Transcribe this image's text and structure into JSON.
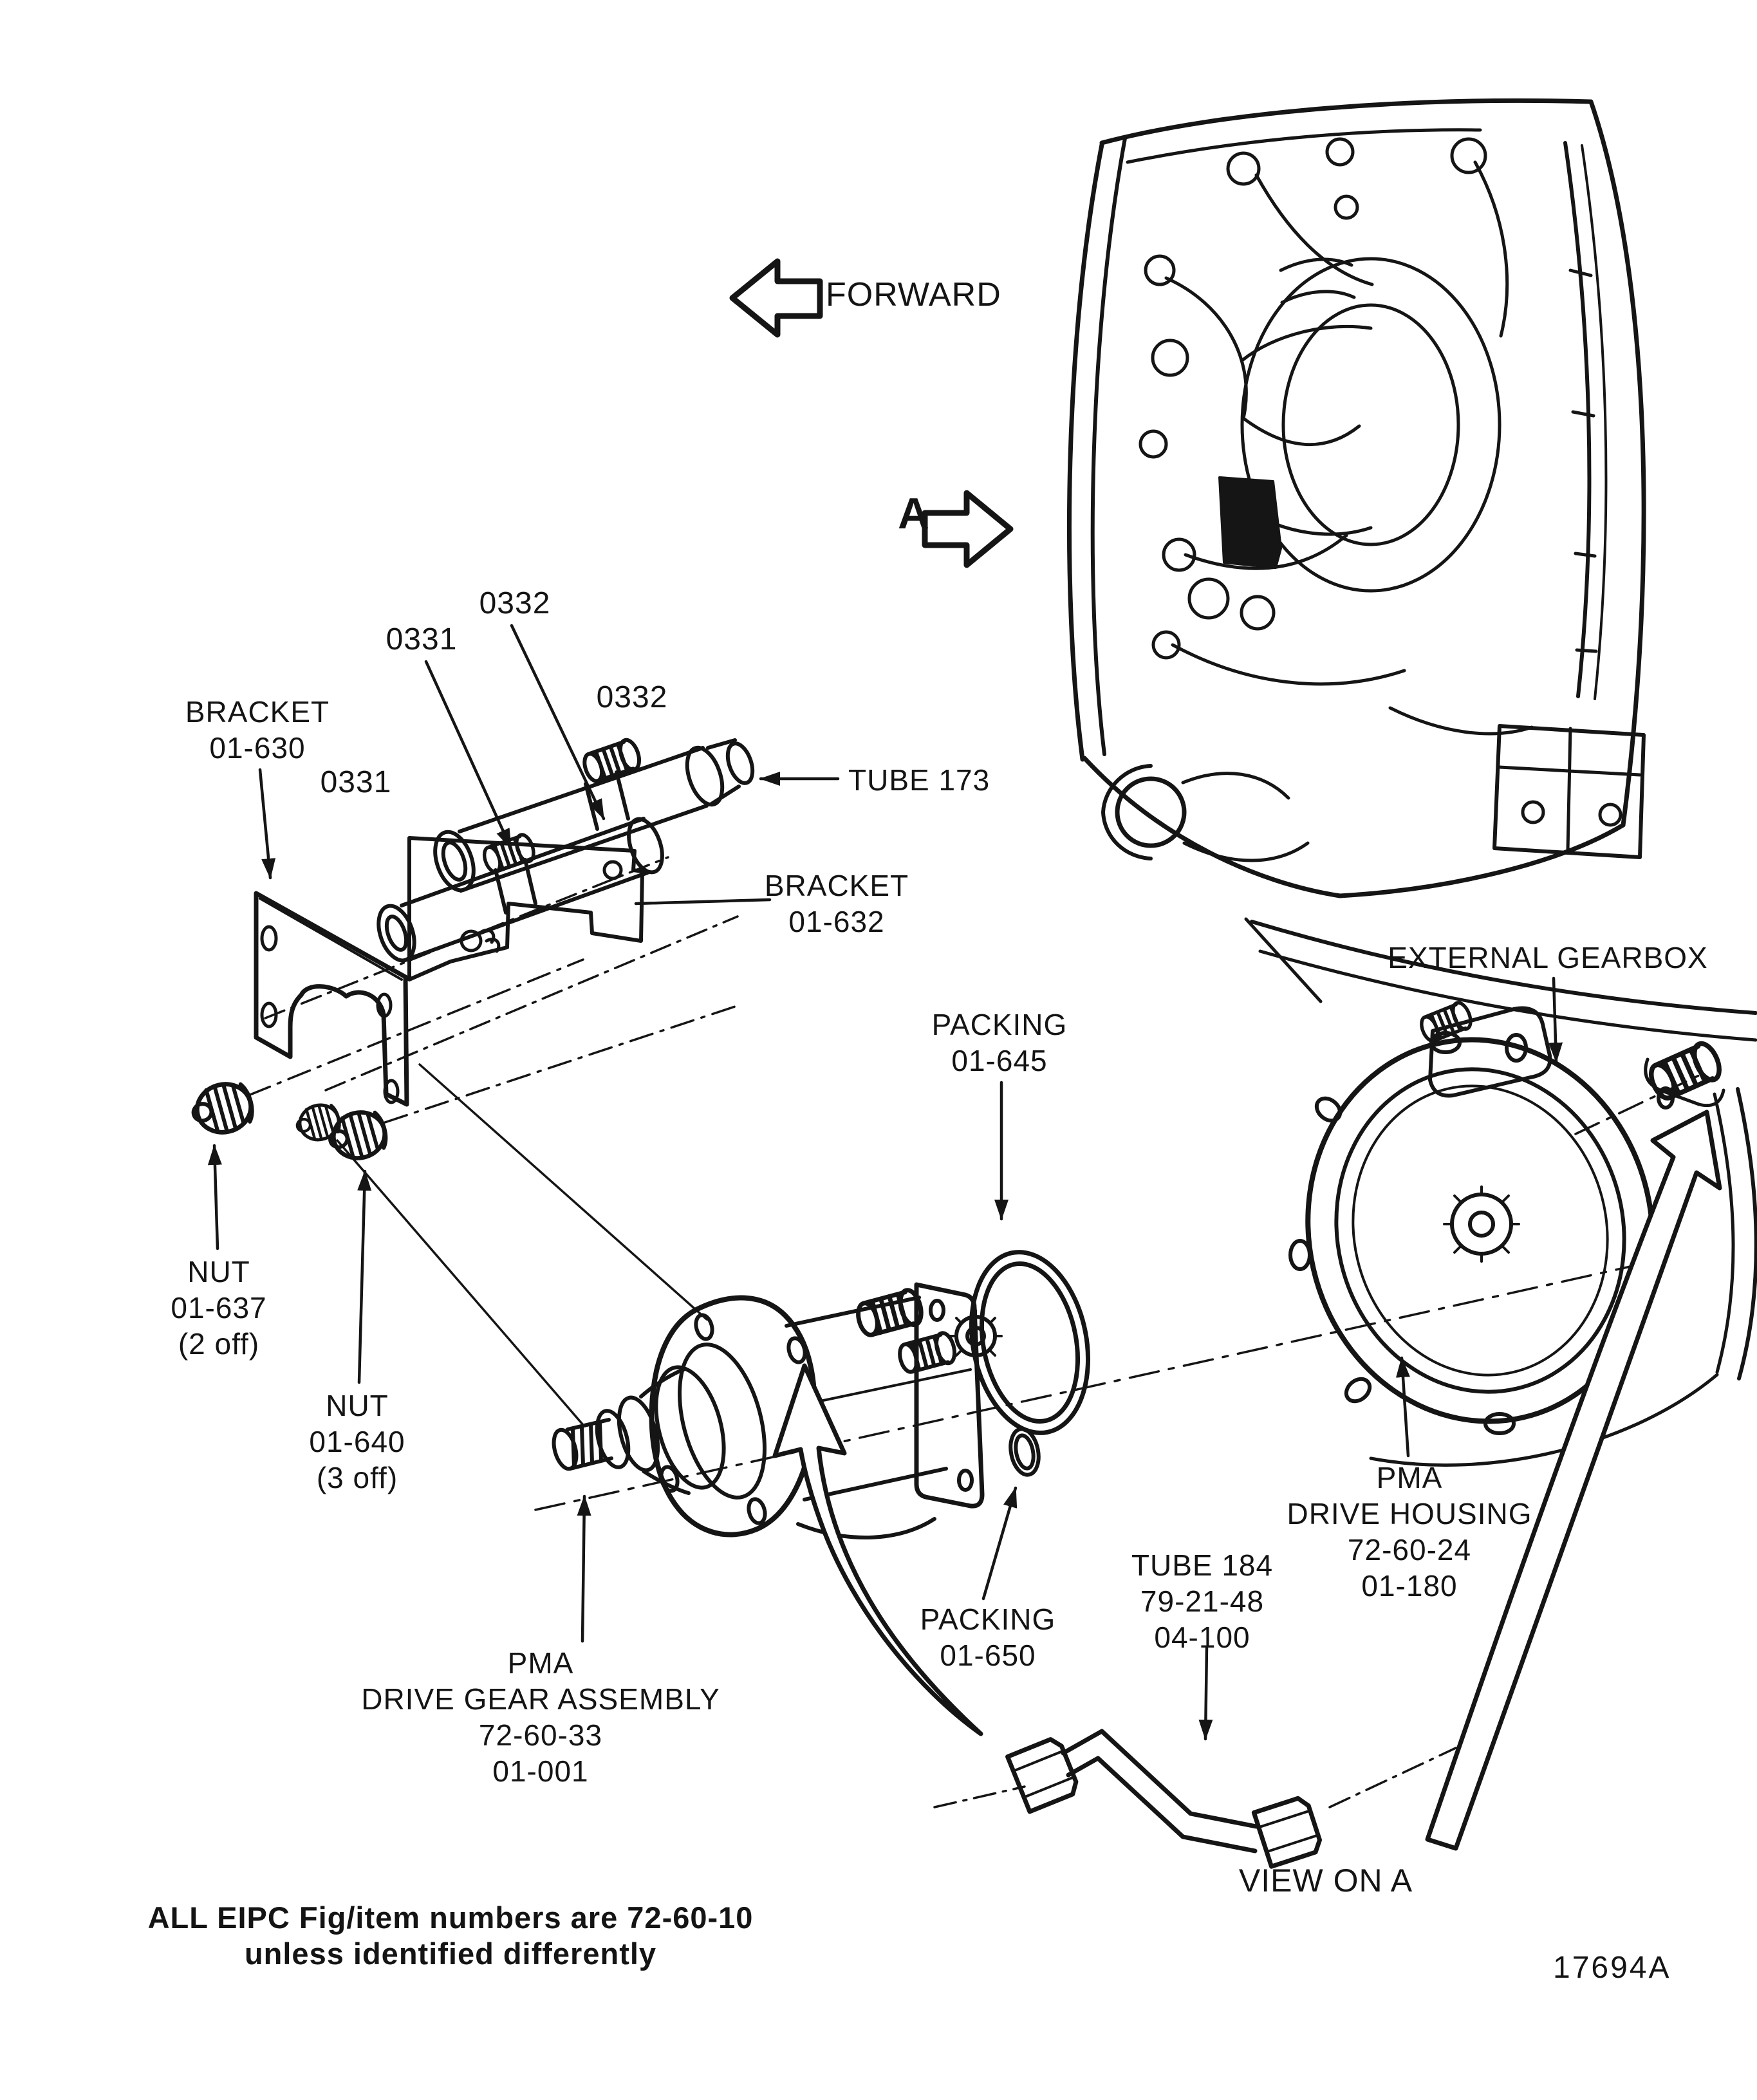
{
  "figure": {
    "direction_label": "FORWARD",
    "view_arrow_label": "A",
    "view_caption": "VIEW ON A",
    "figure_number": "17694A",
    "note_line1": "ALL EIPC Fig/item numbers are 72-60-10",
    "note_line2": "unless identified differently"
  },
  "colors": {
    "ink": "#141414",
    "paper": "#ffffff"
  },
  "callouts": {
    "item_0332_upper": "0332",
    "item_0331_upper": "0331",
    "item_0332_right": "0332",
    "item_0331_lower": "0331",
    "bracket_630": {
      "line1": "BRACKET",
      "line2": "01-630"
    },
    "tube_173": "TUBE 173",
    "bracket_632": {
      "line1": "BRACKET",
      "line2": "01-632"
    },
    "external_gearbox": "EXTERNAL GEARBOX",
    "packing_645": {
      "line1": "PACKING",
      "line2": "01-645"
    },
    "nut_637": {
      "line1": "NUT",
      "line2": "01-637",
      "line3": "(2 off)"
    },
    "nut_640": {
      "line1": "NUT",
      "line2": "01-640",
      "line3": "(3 off)"
    },
    "pma_drive_gear": {
      "line1": "PMA",
      "line2": "DRIVE GEAR ASSEMBLY",
      "line3": "72-60-33",
      "line4": "01-001"
    },
    "packing_650": {
      "line1": "PACKING",
      "line2": "01-650"
    },
    "tube_184": {
      "line1": "TUBE 184",
      "line2": "79-21-48",
      "line3": "04-100"
    },
    "pma_drive_housing": {
      "line1": "PMA",
      "line2": "DRIVE HOUSING",
      "line3": "72-60-24",
      "line4": "01-180"
    }
  }
}
